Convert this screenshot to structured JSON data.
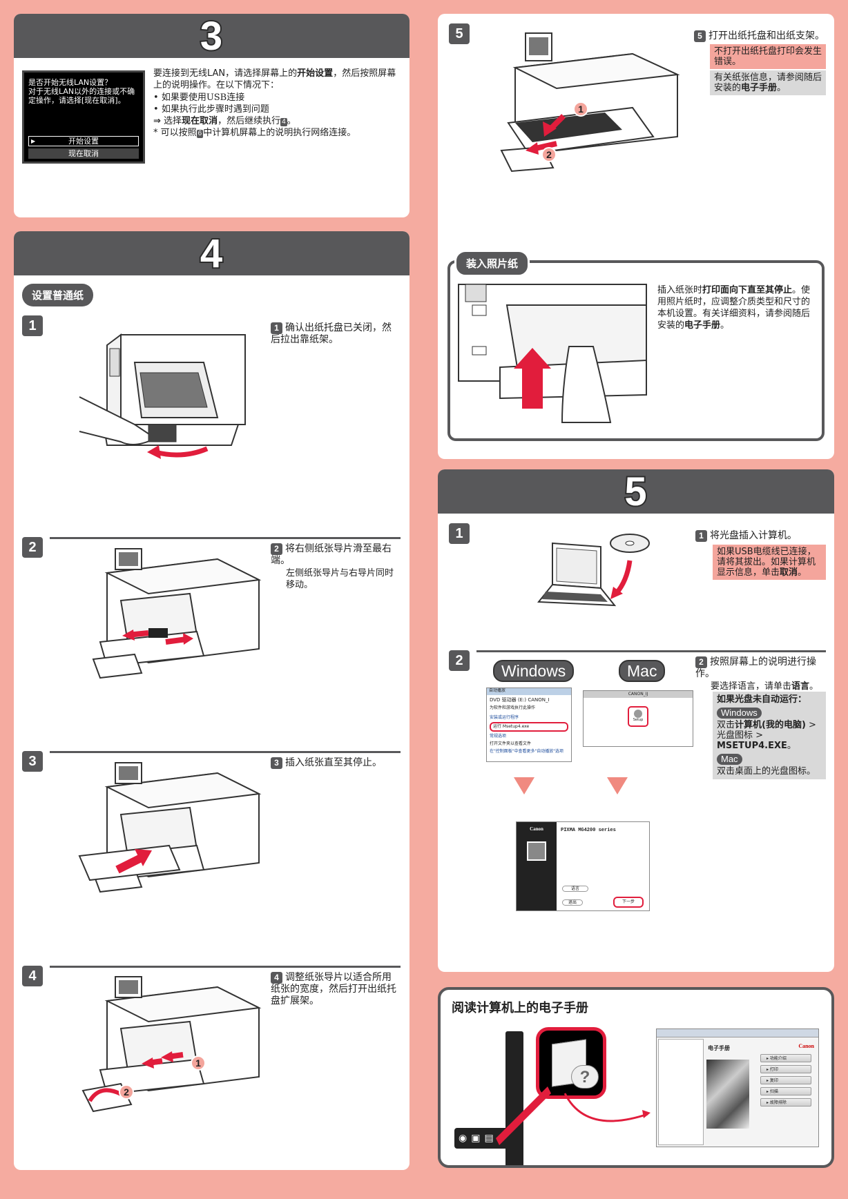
{
  "section3": {
    "number": "3",
    "lcd": {
      "line1": "是否开始无线LAN设置？",
      "line2": "对于无线LAN以外的连接或不确",
      "line3": "定操作，请选择[现在取消]。",
      "start_label": "开始设置",
      "cancel_label": "现在取消"
    },
    "intro_a": "要连接到无线LAN，请选择屏幕上的",
    "intro_bold": "开始设置",
    "intro_b": "，然后按照屏幕上的说明操作。在以下情况下：",
    "bullet1": "如果要使用USB连接",
    "bullet2": "如果执行此步骤时遇到问题",
    "arrow_a": "选择",
    "arrow_bold": "现在取消",
    "arrow_b": "，然后继续执行",
    "arrow_ref": "4",
    "note_a": "可以按照",
    "note_ref": "6",
    "note_b": "中计算机屏幕上的说明执行网络连接。"
  },
  "section4": {
    "number": "4",
    "pill": "设置普通纸",
    "s1_num": "1",
    "s1_text": "确认出纸托盘已关闭，然后拉出靠纸架。",
    "s2_num": "2",
    "s2_text": "将右侧纸张导片滑至最右端。",
    "s2_sub": "左侧纸张导片与右导片同时移动。",
    "s3_num": "3",
    "s3_text": "插入纸张直至其停止。",
    "s4_num": "4",
    "s4_text": "调整纸张导片以适合所用纸张的宽度，然后打开出纸托盘扩展架。",
    "callout1": "1",
    "callout2": "2"
  },
  "section4b": {
    "s5_num": "5",
    "s5_text": "打开出纸托盘和出纸支架。",
    "s5_warn": "不打开出纸托盘打印会发生错误。",
    "s5_info_a": "有关纸张信息，请参阅随后安装的",
    "s5_info_bold": "电子手册",
    "s5_info_b": "。",
    "photo_pill": "装入照片纸",
    "photo_a": "插入纸张时",
    "photo_bold": "打印面向下直至其停止",
    "photo_b": "。使用照片纸时，应调整介质类型和尺寸的本机设置。有关详细资料，请参阅随后安装的",
    "photo_bold2": "电子手册",
    "photo_c": "。"
  },
  "section5": {
    "number": "5",
    "s1_num": "1",
    "s1_text": "将光盘插入计算机。",
    "s1_warn_a": "如果USB电缆线已连接，请将其拔出。如果计算机显示信息，单击",
    "s1_warn_bold": "取消",
    "s1_warn_b": "。",
    "s2_num": "2",
    "s2_text": "按照屏幕上的说明进行操作。",
    "s2_sub_a": "要选择语言，请单击",
    "s2_sub_bold": "语言",
    "s2_sub_b": "。",
    "auto_title": "如果光盘未自动运行：",
    "win_label": "Windows",
    "win_a": "双击",
    "win_bold": "计算机(我的电脑)",
    "win_b": " > 光盘图标 > ",
    "win_bold2": "MSETUP4.EXE",
    "win_c": "。",
    "mac_label": "Mac",
    "mac_text": "双击桌面上的光盘图标。",
    "os_windows": "Windows",
    "os_mac": "Mac",
    "autoplay_title": "自动播放",
    "autoplay_drive": "DVD 驱动器 (E:) CANON_I",
    "autoplay_always": "为软件和游戏执行此操作",
    "autoplay_install": "安装或运行程序",
    "autoplay_run": "运行 Msetup4.exe",
    "autoplay_general": "常规选项",
    "autoplay_open": "打开文件夹以查看文件",
    "autoplay_more": "在\"控制面板\"中查看更多\"自动播放\"选项",
    "mac_window_title": "CANON_IJ",
    "mac_setup": "Setup",
    "installer_brand": "Canon",
    "installer_title": "PIXMA MG4200 series",
    "installer_next": "下一步",
    "installer_exit": "退出",
    "installer_lang": "语言"
  },
  "manual": {
    "title": "阅读计算机上的电子手册",
    "win_title": "电子手册",
    "brand": "Canon",
    "menu": [
      "功能介绍",
      "打印",
      "复印",
      "扫描",
      "故障排除"
    ]
  }
}
